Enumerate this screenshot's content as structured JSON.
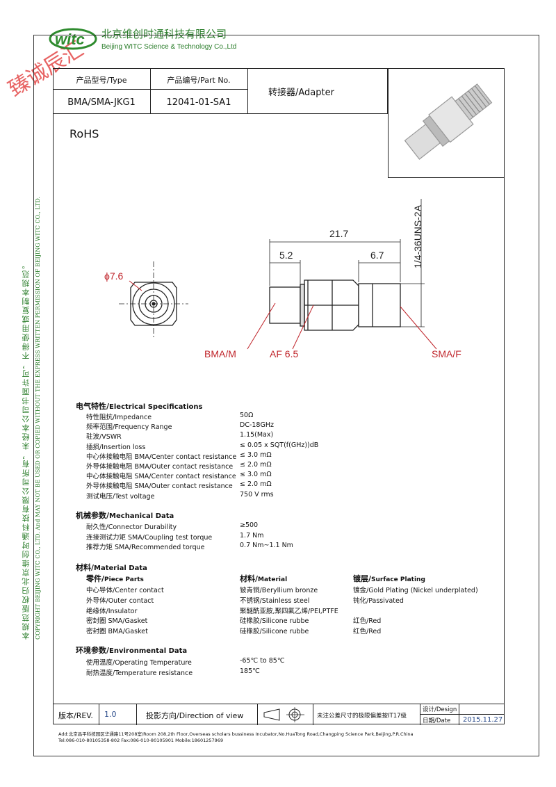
{
  "company": {
    "name_cn": "北京维创时通科技有限公司",
    "name_en": "Beijing WITC Science & Technology Co.,Ltd",
    "logo_text": "witc",
    "watermark": "臻诚辰汇"
  },
  "side_text": {
    "cn": "本规范版权归北京维创时通科技有限公司所有，未经本公司书面许可，不得使用或复制本规范。",
    "en": "COPYRIGHT BEIJING WITC CO., LTD. And MAY NOT BE USED OR COPIED WITHOUT THE EXPRESS WRITTEN PERMISSION OF BEIJING WITC CO., LTD."
  },
  "header": {
    "type_label": "产品型号/Type",
    "part_label": "产品编号/Part No.",
    "type_value": "BMA/SMA-JKG1",
    "part_value": "12041-01-SA1",
    "desc": "转接器/Adapter"
  },
  "rohs": "RoHS",
  "drawing": {
    "dia": "ϕ7.6",
    "overall": "21.7",
    "left_len": "5.2",
    "right_len": "6.7",
    "thread": "1/4-36UNS-2A",
    "label_bma": "BMA/M",
    "label_af": "AF 6.5",
    "label_sma": "SMA/F"
  },
  "electrical": {
    "title_cn": "电气特性/",
    "title_en": "Electrical Specifications",
    "rows": [
      {
        "k": "特性阻抗/Impedance",
        "v": "50Ω"
      },
      {
        "k": "频率范围/Frequency Range",
        "v": "DC-18GHz"
      },
      {
        "k": "驻波/VSWR",
        "v": "1.15(Max)"
      },
      {
        "k": "插损/Insertion loss",
        "v": "≤ 0.05 x SQT(f(GHz))dB"
      },
      {
        "k": "中心体接触电阻 BMA/Center contact resistance",
        "v": "≤ 3.0 mΩ"
      },
      {
        "k": "外导体接触电阻 BMA/Outer contact resistance",
        "v": "≤ 2.0 mΩ"
      },
      {
        "k": "中心体接触电阻 SMA/Center contact resistance",
        "v": "≤ 3.0 mΩ"
      },
      {
        "k": "外导体接触电阻 SMA/Outer contact resistance",
        "v": "≤ 2.0 mΩ"
      },
      {
        "k": "测试电压/Test voltage",
        "v": "750 V rms"
      }
    ]
  },
  "mechanical": {
    "title_cn": "机械参数/",
    "title_en": "Mechanical Data",
    "rows": [
      {
        "k": "耐久性/Connector Durability",
        "v": "≥500"
      },
      {
        "k": "连接测试力矩 SMA/Coupling test torque",
        "v": "1.7 Nm"
      },
      {
        "k": "推荐力矩 SMA/Recommended torque",
        "v": "0.7 Nm~1.1 Nm"
      }
    ]
  },
  "material": {
    "title_cn": "材料/",
    "title_en": "Material Data",
    "h1_cn": "零件/",
    "h1_en": "Piece Parts",
    "h2_cn": "材料/",
    "h2_en": "Material",
    "h3_cn": "镀层/",
    "h3_en": "Surface Plating",
    "rows": [
      {
        "p": "中心导体/Center contact",
        "m": "铍青铜/Beryllium bronze",
        "s": "镀金/Gold Plating (Nickel underplated)"
      },
      {
        "p": "外导体/Outer contact",
        "m": "不锈钢/Stainless steel",
        "s": "钝化/Passivated"
      },
      {
        "p": "绝缘体/Insulator",
        "m": "聚醚酰亚胺,聚四氟乙烯/PEI,PTFE",
        "s": ""
      },
      {
        "p": "密封圈 SMA/Gasket",
        "m": "硅橡胶/Silicone rubbe",
        "s": "红色/Red"
      },
      {
        "p": "密封圈 BMA/Gasket",
        "m": "硅橡胶/Silicone rubbe",
        "s": "红色/Red"
      }
    ]
  },
  "environmental": {
    "title_cn": "环境参数/",
    "title_en": "Environmental Data",
    "rows": [
      {
        "k": "使用温度/Operating Temperature",
        "v": "-65℃  to 85℃"
      },
      {
        "k": "耐热温度/Temperature resistance",
        "v": "185℃"
      }
    ]
  },
  "footer_block": {
    "rev_label": "版本/REV.",
    "rev": "1.0",
    "proj": "投影方向/Direction of view",
    "tol": "未注公差尺寸的极限偏差按IT17级",
    "design_label": "设计/Design",
    "date_label": "日期/Date",
    "date": "2015.11.27"
  },
  "address": {
    "line1": "Add:北京昌平科技园区华通路11号208室/Room 208,2th Floor,Overseas scholars bussiness Incubator,No.HuaTong Road,Changping Science Park,Beijing,P.R.China",
    "line2": "Tel:086-010-80105358-802   Fax:086-010-80105901   Mobile:18601257969"
  },
  "colors": {
    "brand_green": "#2e8b2e",
    "brand_text": "#2a7d2a",
    "red": "#c0252b",
    "watermark": "#e03030",
    "value_blue": "#2a4b8a"
  }
}
